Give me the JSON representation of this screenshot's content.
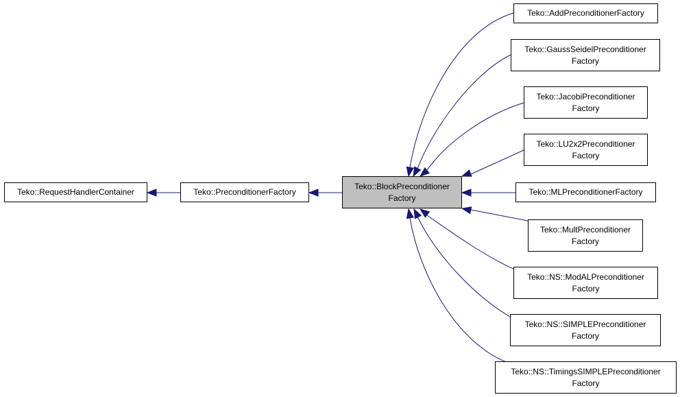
{
  "colors": {
    "edge": "#191970",
    "focus_fill": "#bfbfbf",
    "border": "#000000"
  },
  "nodes": {
    "request_handler_container": {
      "lines": [
        "Teko::RequestHandlerContainer"
      ]
    },
    "preconditioner_factory": {
      "lines": [
        "Teko::PreconditionerFactory"
      ]
    },
    "block_preconditioner_factory": {
      "lines": [
        "Teko::BlockPreconditioner",
        "Factory"
      ]
    },
    "add_preconditioner_factory": {
      "lines": [
        "Teko::AddPreconditionerFactory"
      ]
    },
    "gauss_seidel_preconditioner_factory": {
      "lines": [
        "Teko::GaussSeidelPreconditioner",
        "Factory"
      ]
    },
    "jacobi_preconditioner_factory": {
      "lines": [
        "Teko::JacobiPreconditioner",
        "Factory"
      ]
    },
    "lu2x2_preconditioner_factory": {
      "lines": [
        "Teko::LU2x2Preconditioner",
        "Factory"
      ]
    },
    "ml_preconditioner_factory": {
      "lines": [
        "Teko::MLPreconditionerFactory"
      ]
    },
    "mult_preconditioner_factory": {
      "lines": [
        "Teko::MultPreconditioner",
        "Factory"
      ]
    },
    "ns_modal_preconditioner_factory": {
      "lines": [
        "Teko::NS::ModALPreconditioner",
        "Factory"
      ]
    },
    "ns_simple_preconditioner_factory": {
      "lines": [
        "Teko::NS::SIMPLEPreconditioner",
        "Factory"
      ]
    },
    "ns_timings_simple_preconditioner_factory": {
      "lines": [
        "Teko::NS::TimingsSIMPLEPreconditioner",
        "Factory"
      ]
    }
  },
  "edges": [
    {
      "from": "preconditioner_factory",
      "to": "request_handler_container"
    },
    {
      "from": "block_preconditioner_factory",
      "to": "preconditioner_factory"
    },
    {
      "from": "add_preconditioner_factory",
      "to": "block_preconditioner_factory"
    },
    {
      "from": "gauss_seidel_preconditioner_factory",
      "to": "block_preconditioner_factory"
    },
    {
      "from": "jacobi_preconditioner_factory",
      "to": "block_preconditioner_factory"
    },
    {
      "from": "lu2x2_preconditioner_factory",
      "to": "block_preconditioner_factory"
    },
    {
      "from": "ml_preconditioner_factory",
      "to": "block_preconditioner_factory"
    },
    {
      "from": "mult_preconditioner_factory",
      "to": "block_preconditioner_factory"
    },
    {
      "from": "ns_modal_preconditioner_factory",
      "to": "block_preconditioner_factory"
    },
    {
      "from": "ns_simple_preconditioner_factory",
      "to": "block_preconditioner_factory"
    },
    {
      "from": "ns_timings_simple_preconditioner_factory",
      "to": "block_preconditioner_factory"
    }
  ]
}
